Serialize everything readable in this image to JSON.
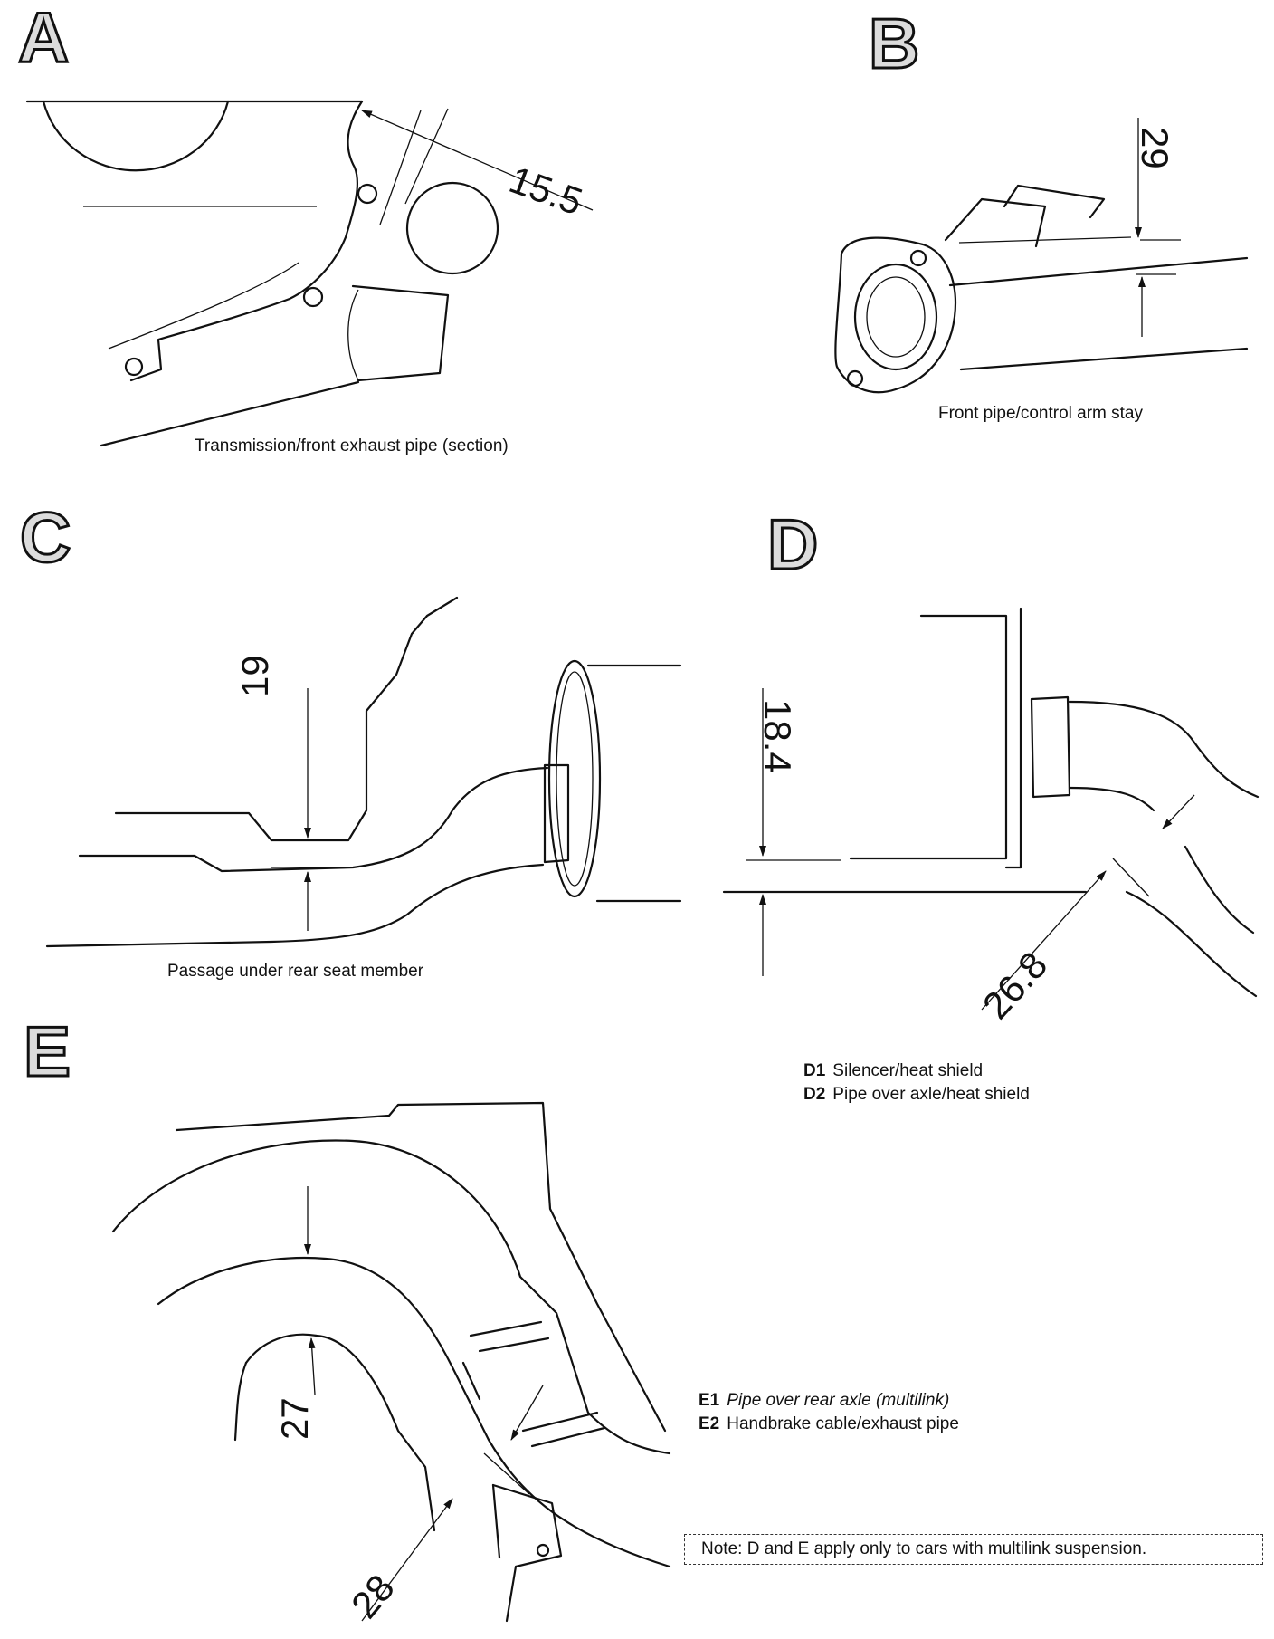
{
  "panels": {
    "a": {
      "letter": "A",
      "dimension": "15.5",
      "caption": "Transmission/front exhaust pipe (section)"
    },
    "b": {
      "letter": "B",
      "dimension": "29",
      "caption": "Front pipe/control arm stay"
    },
    "c": {
      "letter": "C",
      "dimension": "19",
      "caption": "Passage under rear seat member"
    },
    "d": {
      "letter": "D",
      "dimension_1": "18.4",
      "dimension_2": "26.8",
      "legend": [
        {
          "code": "D1",
          "text": "Silencer/heat shield"
        },
        {
          "code": "D2",
          "text": "Pipe over axle/heat shield"
        }
      ]
    },
    "e": {
      "letter": "E",
      "dimension_1": "27",
      "dimension_2": "28",
      "legend": [
        {
          "code": "E1",
          "text": "Pipe over rear axle (multilink)"
        },
        {
          "code": "E2",
          "text": "Handbrake cable/exhaust pipe"
        }
      ]
    }
  },
  "note": "Note: D and E apply only to cars with multilink suspension."
}
